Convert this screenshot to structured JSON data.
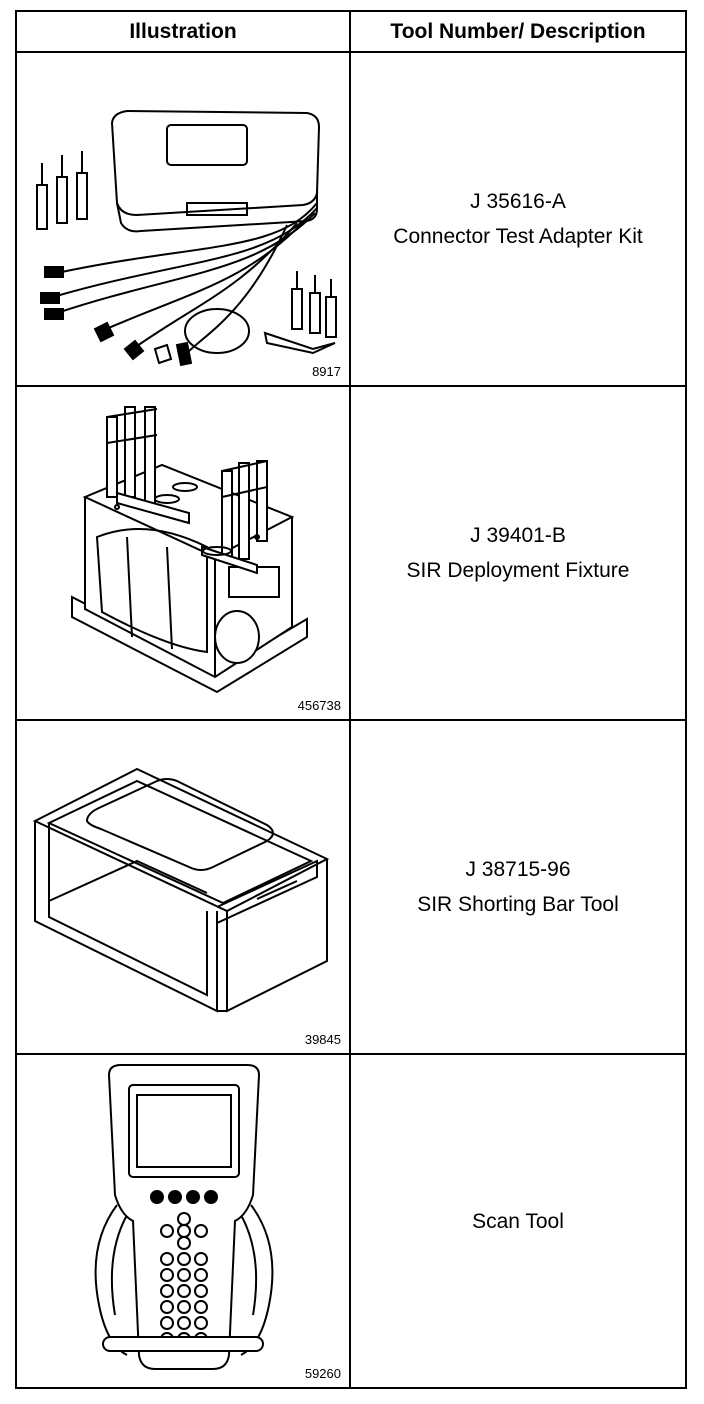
{
  "header": {
    "illustration": "Illustration",
    "tool_description": "Tool Number/ Description"
  },
  "rows": [
    {
      "figure_number": "8917",
      "tool_number": "J 35616-A",
      "description": "Connector Test Adapter Kit",
      "icon": "connector-test-adapter-kit-illustration"
    },
    {
      "figure_number": "456738",
      "tool_number": "J 39401-B",
      "description": "SIR Deployment Fixture",
      "icon": "sir-deployment-fixture-illustration"
    },
    {
      "figure_number": "39845",
      "tool_number": "J 38715-96",
      "description": "SIR Shorting Bar Tool",
      "icon": "sir-shorting-bar-tool-illustration"
    },
    {
      "figure_number": "59260",
      "tool_number": "",
      "description": "Scan Tool",
      "icon": "scan-tool-illustration"
    }
  ]
}
